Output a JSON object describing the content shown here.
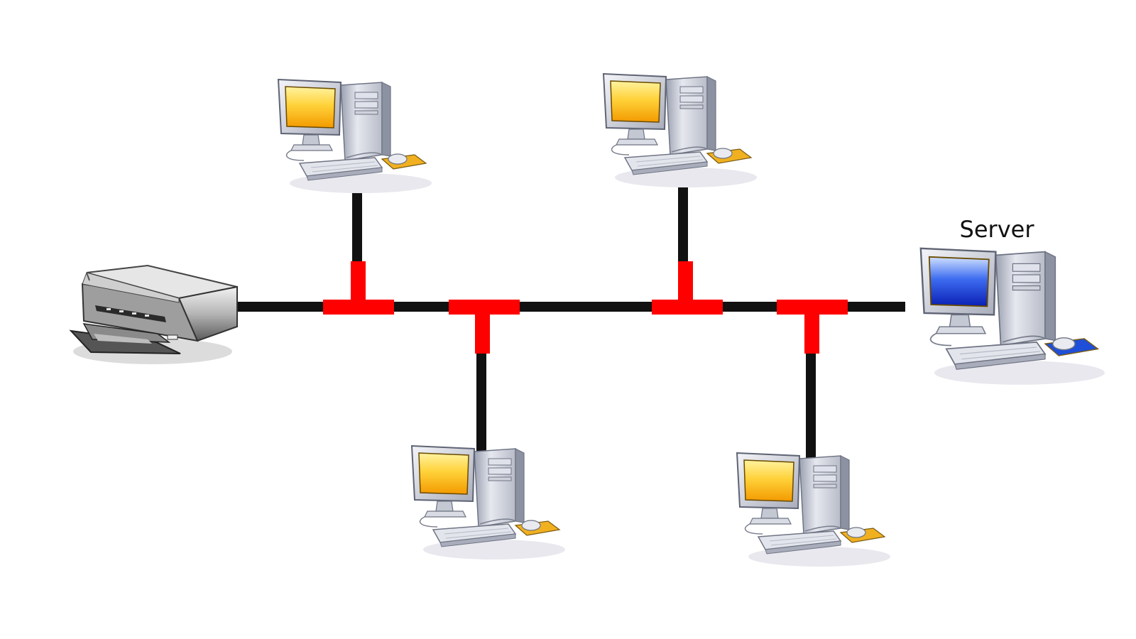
{
  "diagram": {
    "server_label": "Server",
    "nodes": [
      {
        "id": "printer",
        "kind": "printer-icon"
      },
      {
        "id": "workstation-top-left",
        "kind": "desktop-computer-icon",
        "screen": "yellow"
      },
      {
        "id": "workstation-top-right",
        "kind": "desktop-computer-icon",
        "screen": "yellow"
      },
      {
        "id": "workstation-bottom-left",
        "kind": "desktop-computer-icon",
        "screen": "yellow"
      },
      {
        "id": "workstation-bottom-right",
        "kind": "desktop-computer-icon",
        "screen": "yellow"
      },
      {
        "id": "server",
        "kind": "desktop-computer-icon",
        "screen": "blue"
      }
    ],
    "connectors": 4,
    "colors": {
      "bus_cable": "#111111",
      "t_connector": "#ff0000",
      "workstation_screen": "#f5b800",
      "server_screen": "#1a3fd6",
      "mousepad_workstation": "#f0b020",
      "mousepad_server": "#1f4fd8",
      "case_gray": "#c9ccd6"
    }
  }
}
